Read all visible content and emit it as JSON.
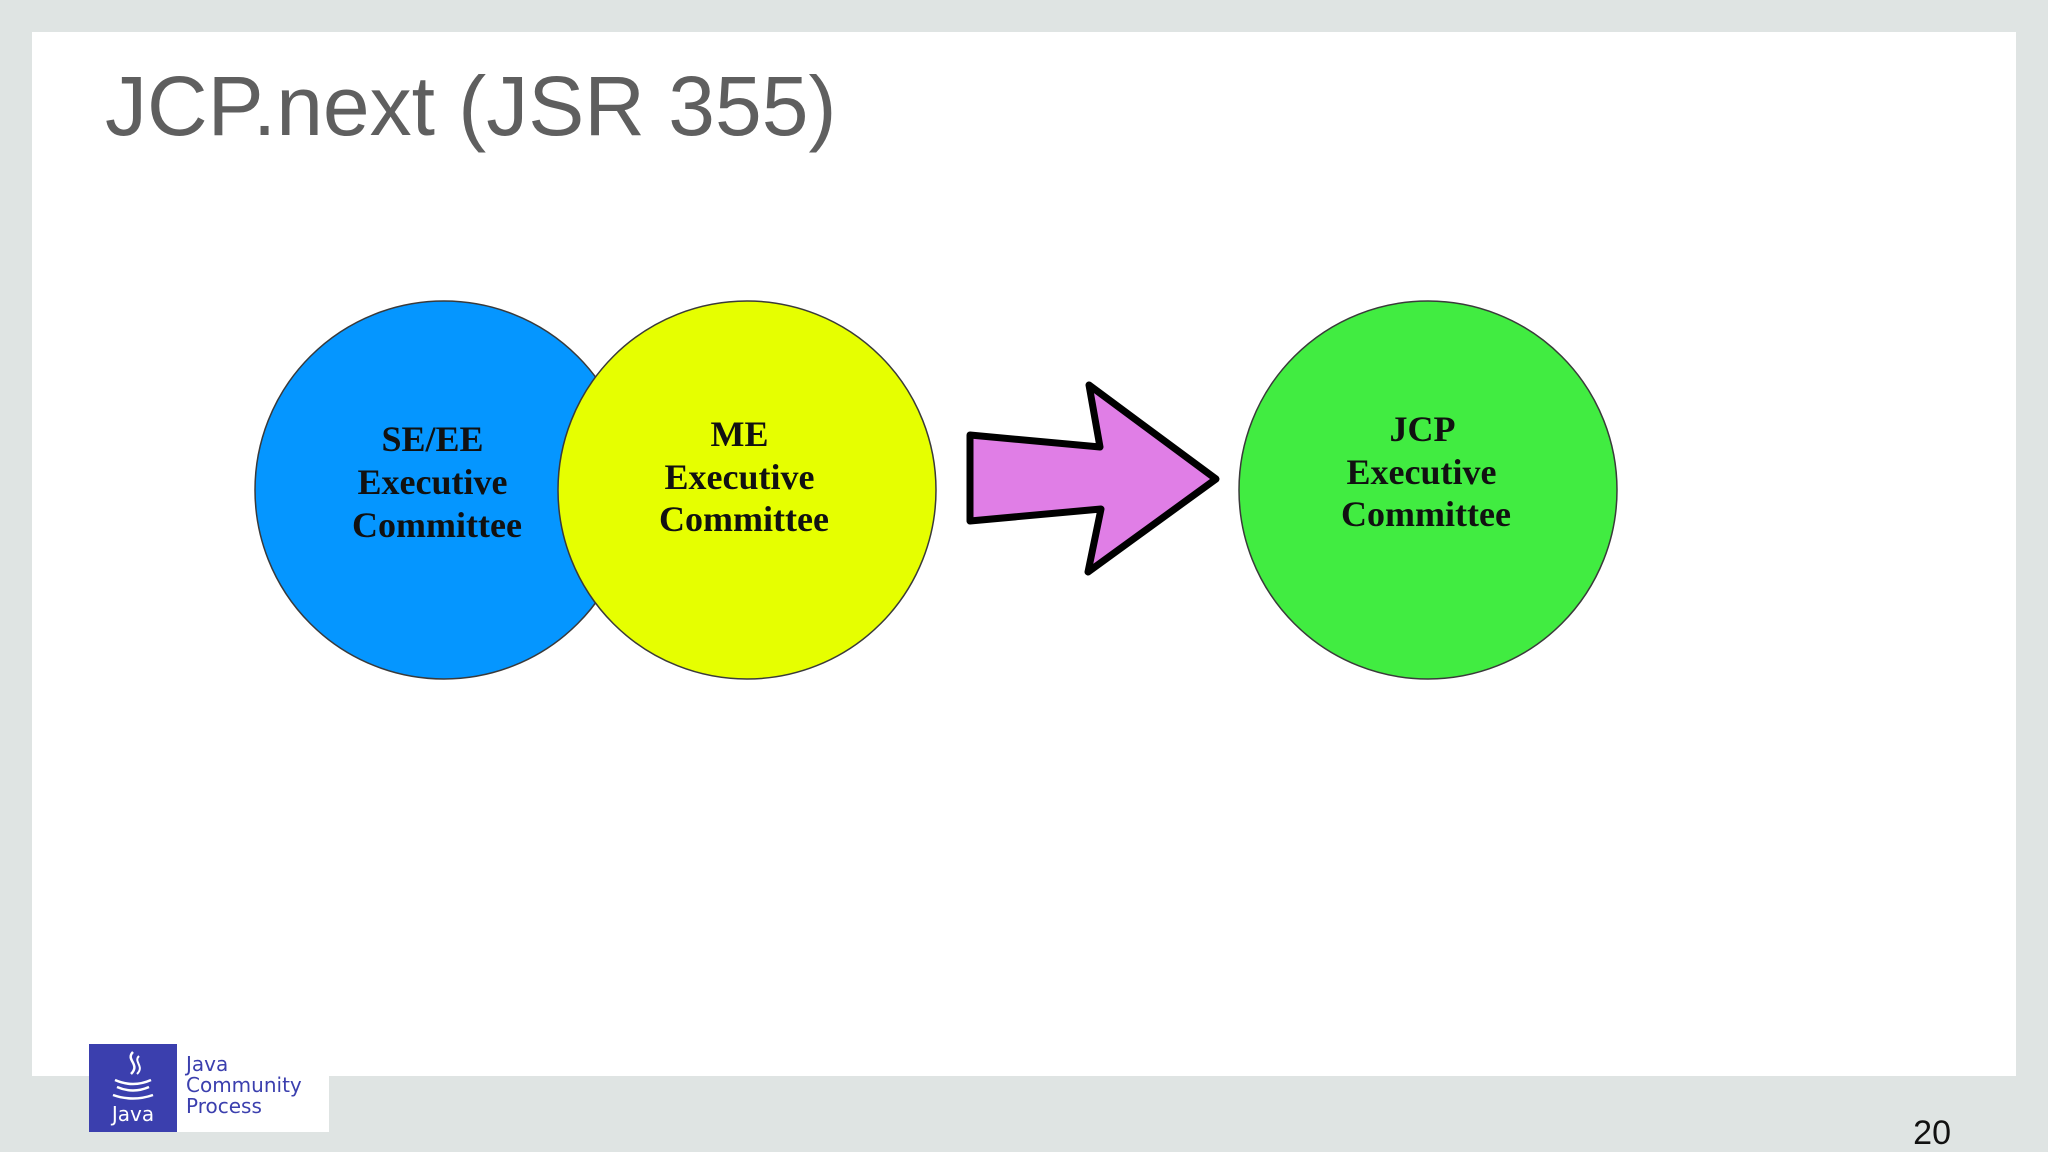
{
  "slide": {
    "title": "JCP.next (JSR 355)",
    "page_number": "20"
  },
  "diagram": {
    "circles": [
      {
        "lines": [
          "SE/EE",
          "Executive",
          "Committee"
        ],
        "color": "#0596ff"
      },
      {
        "lines": [
          "ME",
          "Executive",
          "Committee"
        ],
        "color": "#e6ff00"
      },
      {
        "lines": [
          "JCP",
          "Executive",
          "Committee"
        ],
        "color": "#41ec41"
      }
    ],
    "arrow_color": "#e07ee6"
  },
  "logo": {
    "mark_text": "Java",
    "lines": [
      "Java",
      "Community",
      "Process"
    ],
    "color": "#3b3fae"
  }
}
